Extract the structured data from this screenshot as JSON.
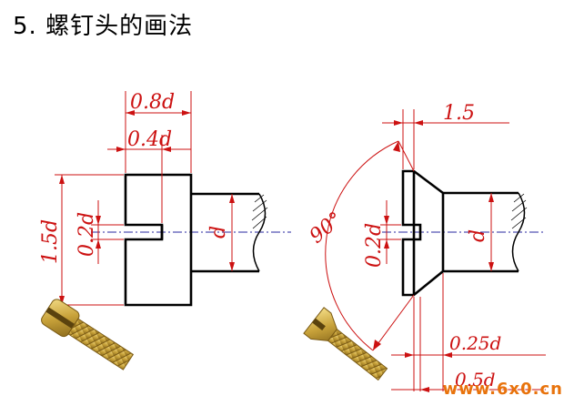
{
  "title": "5. 螺钉头的画法",
  "left": {
    "dims": {
      "top_width": "0.8d",
      "slot_width": "0.4d",
      "height": "1.5d",
      "slot_depth": "0.2d",
      "diameter": "d"
    }
  },
  "right": {
    "dims": {
      "top_width": "1.5",
      "angle": "90°",
      "slot_depth": "0.2d",
      "diameter": "d",
      "bottom_a": "0.25d",
      "bottom_b": "0.5d"
    }
  },
  "watermark": "www.6x0.cn",
  "colors": {
    "dimension": "#cc1111",
    "outline": "#000000",
    "centerline": "#2a2aa0",
    "brass": "#c8a23a"
  }
}
